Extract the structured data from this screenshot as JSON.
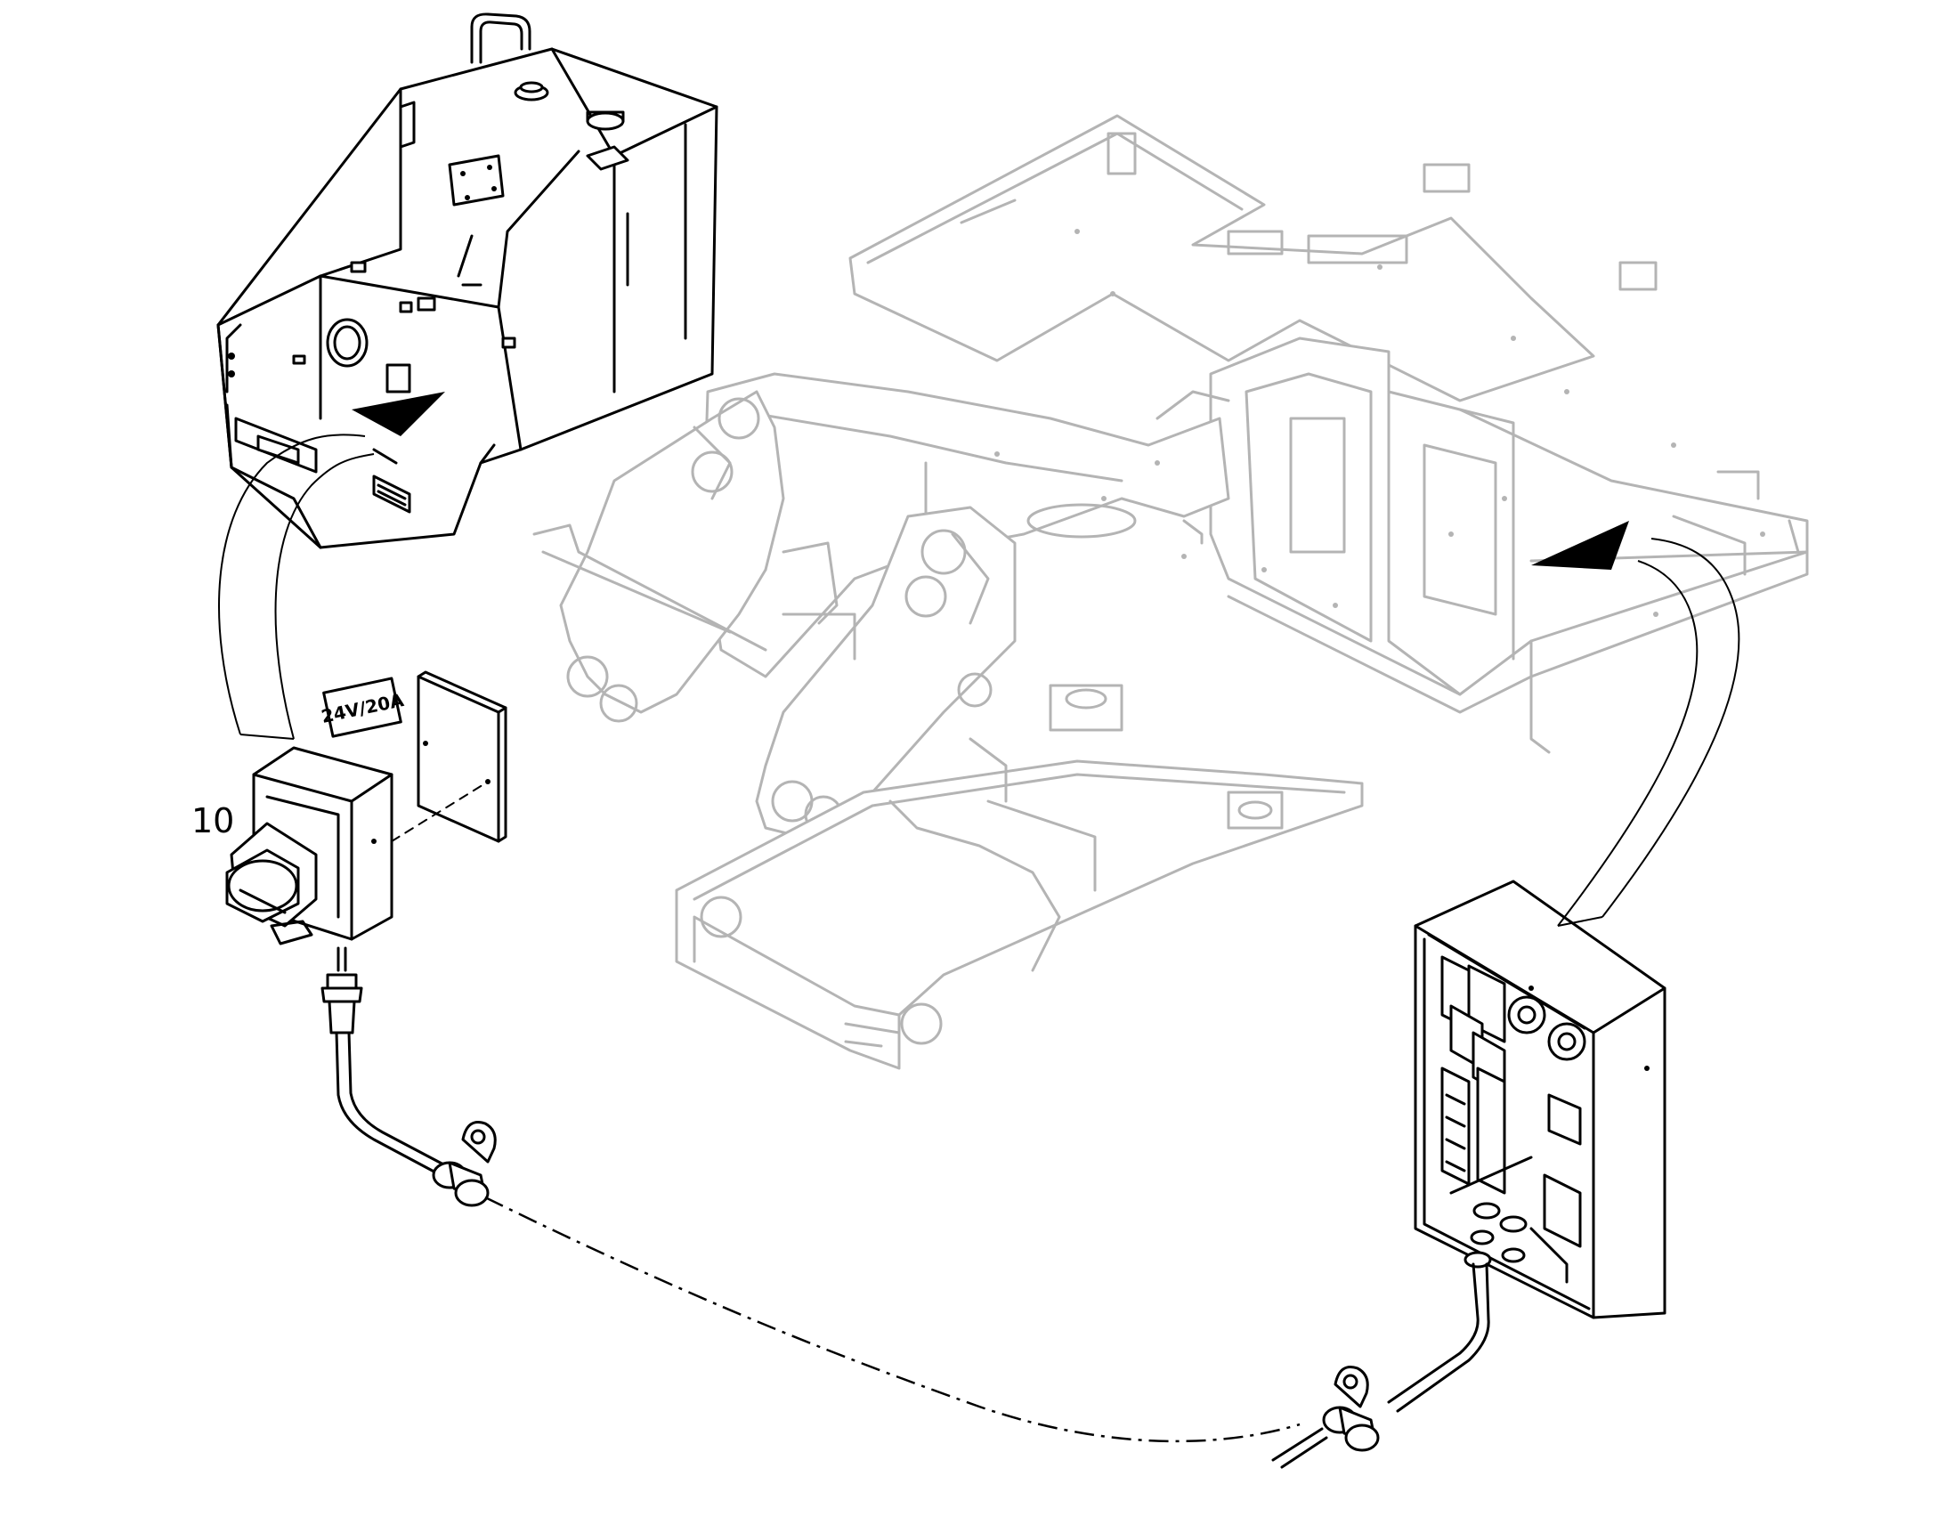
{
  "callouts": [
    {
      "id": "socket",
      "text": "10"
    }
  ],
  "decal": {
    "text": "24V/20A"
  },
  "colors": {
    "line": "#000000",
    "background_line": "#b4b4b4",
    "fill": "#ffffff"
  }
}
